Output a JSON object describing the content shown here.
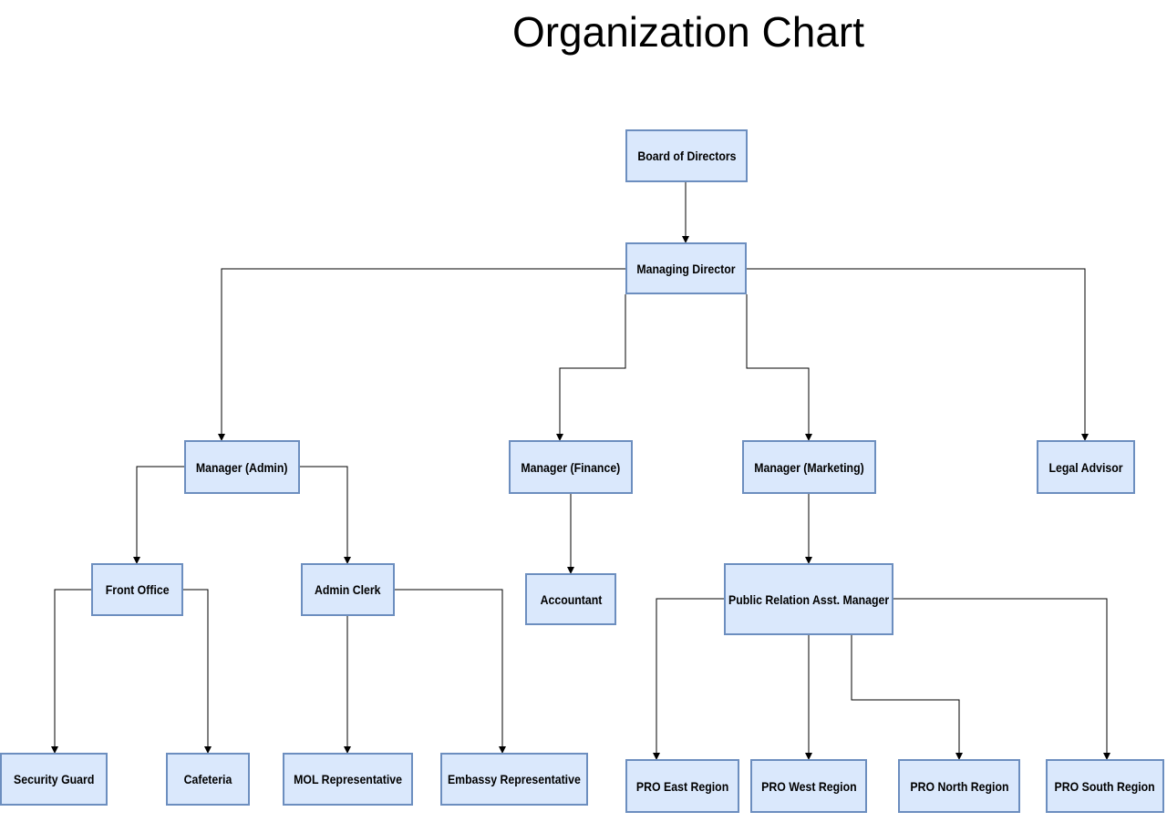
{
  "title": "Organization Chart",
  "colors": {
    "node_fill": "#dae8fc",
    "node_border": "#6c8ebf",
    "connector": "#000000"
  },
  "nodes": {
    "board": "Board of Directors",
    "md": "Managing Director",
    "admin": "Manager (Admin)",
    "finance": "Manager (Finance)",
    "marketing": "Manager (Marketing)",
    "legal": "Legal Advisor",
    "front_office": "Front Office",
    "admin_clerk": "Admin Clerk",
    "accountant": "Accountant",
    "pr_manager": "Public Relation Asst. Manager",
    "security": "Security Guard",
    "cafeteria": "Cafeteria",
    "mol": "MOL Representative",
    "embassy": "Embassy Representative",
    "pro_east": "PRO East Region",
    "pro_west": "PRO West Region",
    "pro_north": "PRO North Region",
    "pro_south": "PRO South Region"
  }
}
